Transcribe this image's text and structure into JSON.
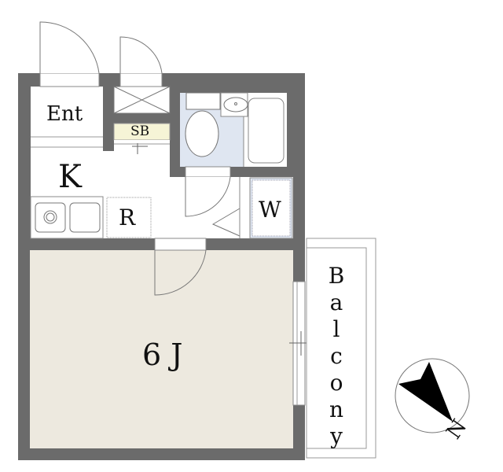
{
  "floorplan": {
    "rooms": {
      "entrance": "Ent",
      "shoe_box": "SB",
      "kitchen": "K",
      "refrigerator": "R",
      "washer": "W",
      "main_room": "6 J",
      "balcony": "Balcony"
    },
    "compass": {
      "label": "N",
      "icon": "north-arrow-icon"
    },
    "colors": {
      "wall": "#6b6b6b",
      "main_room_floor": "#ede9df",
      "bath_floor": "#dfe6f1",
      "shoe_box": "#f6f4d6"
    }
  }
}
